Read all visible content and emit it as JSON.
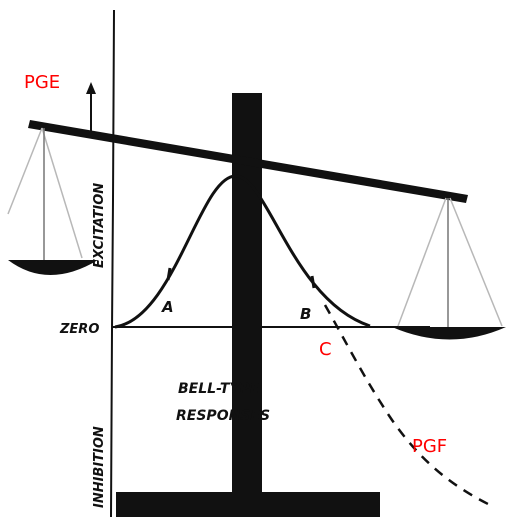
{
  "labels": {
    "pge": "PGE",
    "pgf": "PGF",
    "a": "A",
    "b": "B",
    "c": "C",
    "zero": "ZERO",
    "excitation": "EXCITATION",
    "inhibition": "INHIBITION",
    "bell_line1": "BELL-TYPE",
    "bell_line2": "RESPONSES"
  },
  "colors": {
    "ink": "#111111",
    "annotation": "#ff0000",
    "thread": "#b8b8b8"
  },
  "icons": {
    "up_arrow": "up-arrow-icon"
  }
}
